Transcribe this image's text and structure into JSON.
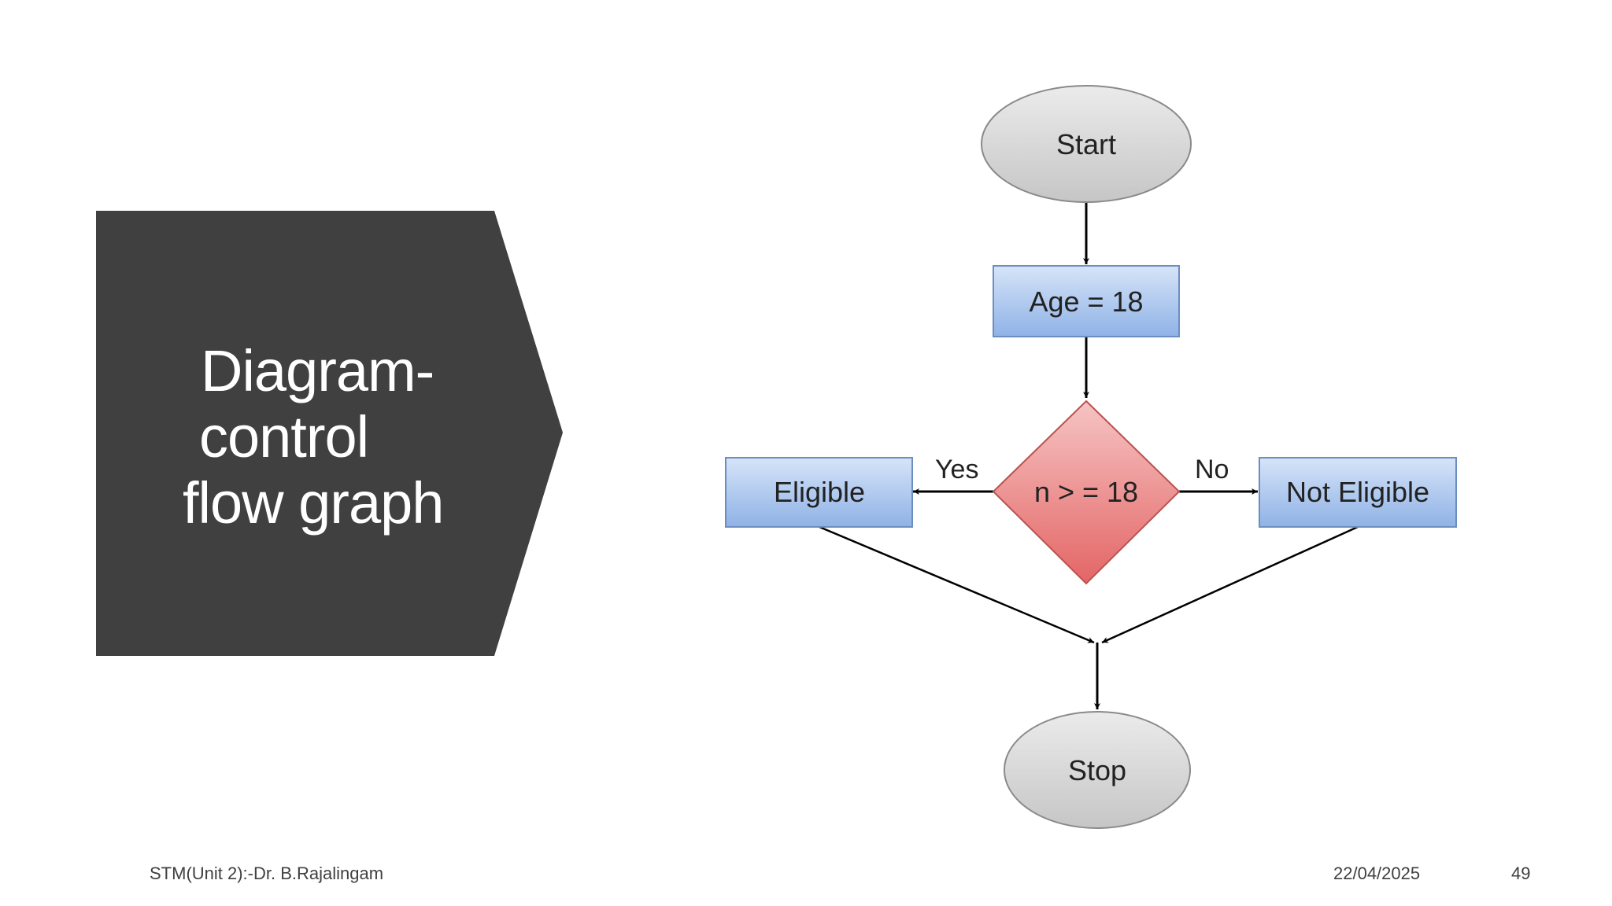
{
  "title": {
    "line1": "Diagram-",
    "line2": "control",
    "line3": "flow graph"
  },
  "flowchart": {
    "start_label": "Start",
    "assign_label": "Age = 18",
    "decision_label": "n > = 18",
    "yes_edge_label": "Yes",
    "no_edge_label": "No",
    "eligible_label": "Eligible",
    "not_eligible_label": "Not Eligible",
    "stop_label": "Stop"
  },
  "footer": {
    "author": "STM(Unit 2):-Dr. B.Rajalingam",
    "date": "22/04/2025",
    "page": "49"
  },
  "colors": {
    "title_bg": "#404040",
    "process_fill": "#a9c4ec",
    "decision_fill": "#ea8a8a",
    "terminal_fill": "#d4d4d4"
  }
}
